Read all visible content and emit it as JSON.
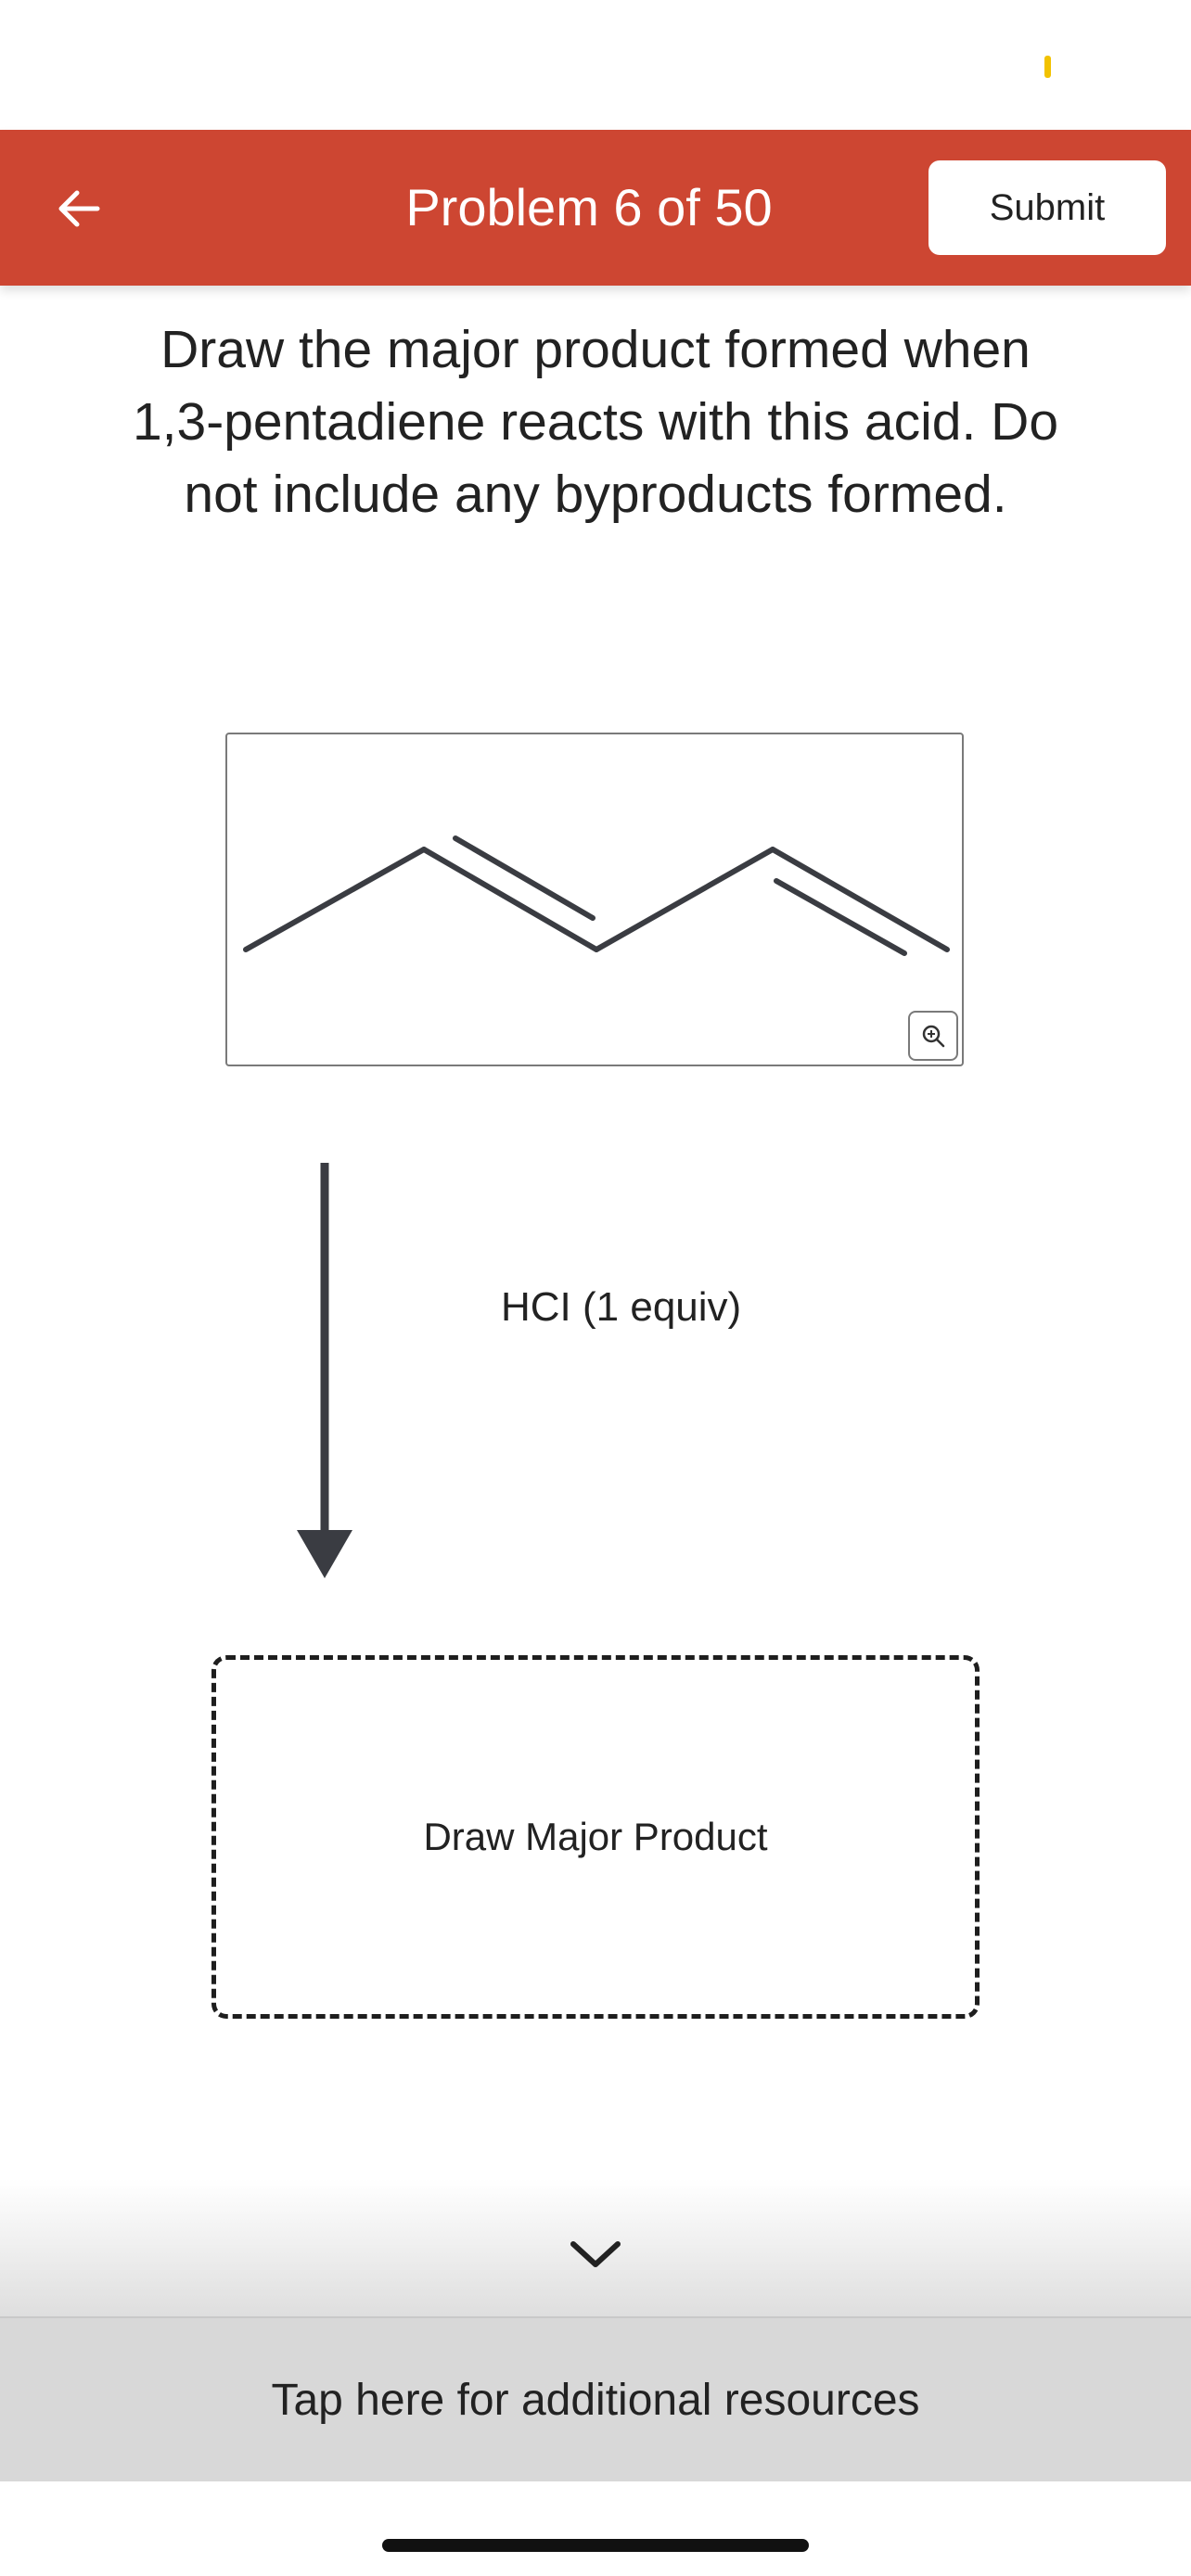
{
  "header": {
    "title": "Problem 6 of 50",
    "submit_label": "Submit",
    "back_icon": "arrow-left-icon",
    "background_color": "#cd4632"
  },
  "question": {
    "lines": [
      "Draw the major product formed when",
      "1,3-pentadiene reacts with this acid. Do",
      "not include any byproducts formed."
    ]
  },
  "reactant": {
    "structure": "1,3-pentadiene skeletal structure",
    "zoom_icon": "zoom-in-icon"
  },
  "reagent": {
    "label": "HCI (1 equiv)"
  },
  "product": {
    "placeholder": "Draw Major Product"
  },
  "resources": {
    "expand_icon": "chevron-down-icon",
    "label": "Tap here for additional resources"
  }
}
